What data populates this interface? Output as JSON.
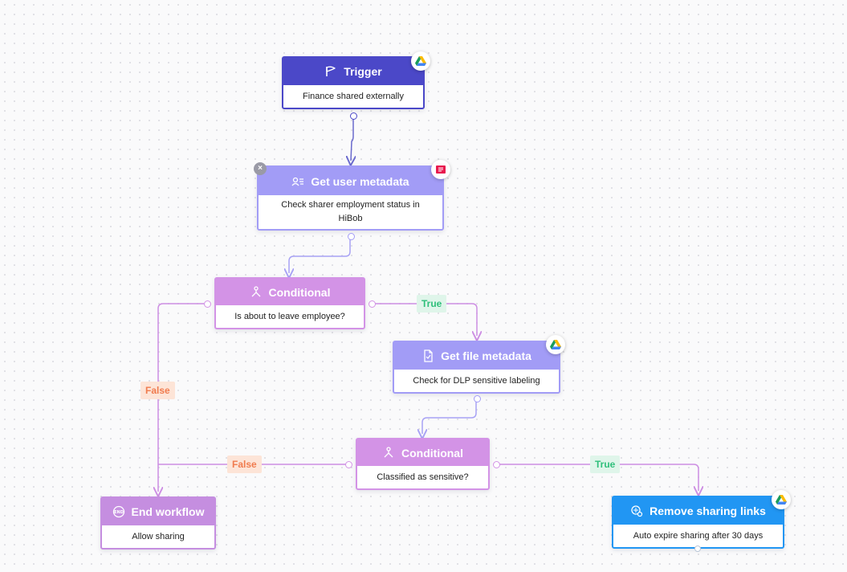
{
  "colors": {
    "trigger": "#4b48c8",
    "action": "#a29cf6",
    "conditional": "#d393e6",
    "end": "#c58ee0",
    "remove": "#2196f3",
    "true_label": "#2fbf7b",
    "false_label": "#f07b4e"
  },
  "nodes": {
    "trigger": {
      "title": "Trigger",
      "desc": "Finance shared externally",
      "icon": "flag-icon",
      "integration": "google-drive"
    },
    "get_user_metadata": {
      "title": "Get user metadata",
      "desc": "Check sharer employment status in HiBob",
      "icon": "user-list-icon",
      "integration": "hibob"
    },
    "conditional_1": {
      "title": "Conditional",
      "desc": "Is about to leave employee?",
      "icon": "branch-icon"
    },
    "get_file_metadata": {
      "title": "Get file metadata",
      "desc": "Check for DLP sensitive labeling",
      "icon": "file-icon",
      "integration": "google-drive"
    },
    "conditional_2": {
      "title": "Conditional",
      "desc": "Classified as sensitive?",
      "icon": "branch-icon"
    },
    "end_workflow": {
      "title": "End workflow",
      "desc": "Allow sharing",
      "icon": "end-icon"
    },
    "remove_sharing": {
      "title": "Remove sharing links",
      "desc": "Auto expire sharing after 30 days",
      "icon": "link-off-icon",
      "integration": "google-drive"
    }
  },
  "edge_labels": {
    "c1_true": "True",
    "c1_false": "False",
    "c2_true": "True",
    "c2_false": "False"
  }
}
